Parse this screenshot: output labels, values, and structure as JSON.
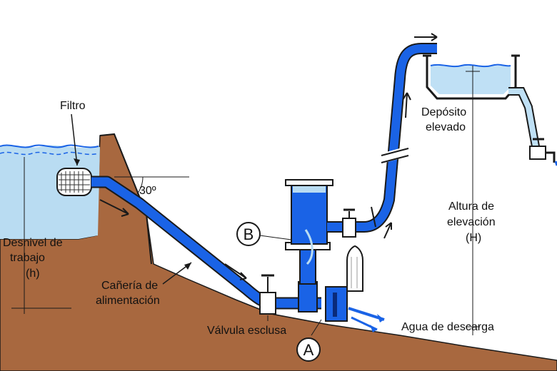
{
  "labels": {
    "filtro": "Filtro",
    "angle": "30º",
    "desnivel": [
      "Desnivel de",
      "trabajo",
      "(h)"
    ],
    "caneria": [
      "Cañería de",
      "alimentación"
    ],
    "valvula": "Válvula esclusa",
    "agua": "Agua de descarga",
    "deposito": [
      "Depósito",
      "elevado"
    ],
    "altura": [
      "Altura de",
      "elevación",
      "(H)"
    ],
    "marker_a": "A",
    "marker_b": "B"
  },
  "colors": {
    "ground": "#a8683f",
    "water": "#b9dcf2",
    "pipe": "#1a63e6",
    "outline": "#1a1a1a",
    "tank_water": "#bfe0f5"
  }
}
